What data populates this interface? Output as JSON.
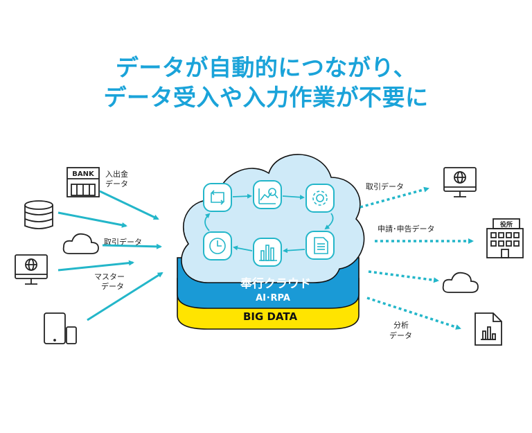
{
  "headline": {
    "line1": "データが自動的につながり、",
    "line2": "データ受入や入力作業が不要に"
  },
  "inputs": {
    "bank_sign": "BANK",
    "bank_label_line1": "入出金",
    "bank_label_line2": "データ",
    "trade_label": "取引データ",
    "master_label_line1": "マスター",
    "master_label_line2": "データ"
  },
  "cloud": {
    "product_name": "奉行クラウド",
    "ai_rpa": "AI･RPA",
    "big_data": "BIG DATA"
  },
  "outputs": {
    "trade_label": "取引データ",
    "filing_label": "申請･申告データ",
    "office_sign": "役所",
    "analysis_label_line1": "分析",
    "analysis_label_line2": "データ"
  },
  "colors": {
    "accent": "#1aa3d9",
    "teal": "#23b6c9",
    "cloud_fill": "#cfeaf8",
    "blue_layer": "#1a9ad6",
    "yellow_layer": "#ffe400",
    "ink": "#222222"
  }
}
